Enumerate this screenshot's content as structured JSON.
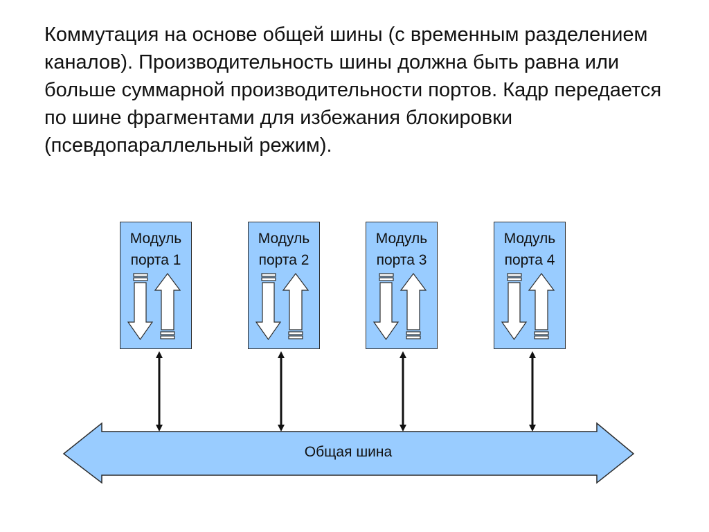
{
  "slide": {
    "text": "Коммутация на основе общей шины (с временным разделением каналов). Производительность шины должна быть равна или больше суммарной производительности портов. Кадр передается по шине фрагментами для избежания блокировки (псевдопараллельный режим)."
  },
  "modules": [
    {
      "line1": "Модуль",
      "line2": "порта 1"
    },
    {
      "line1": "Модуль",
      "line2": "порта 2"
    },
    {
      "line1": "Модуль",
      "line2": "порта 3"
    },
    {
      "line1": "Модуль",
      "line2": "порта 4"
    }
  ],
  "bus": {
    "label": "Общая шина"
  },
  "colors": {
    "module_fill": "#99ccff",
    "bus_fill": "#99ccff",
    "arrow_fill": "#ffffff",
    "stroke": "#2c2c2c"
  },
  "icons": {
    "module_arrows": "down-up-arrows-icon",
    "connector": "double-headed-arrow-icon",
    "bus": "double-headed-block-arrow-icon"
  }
}
